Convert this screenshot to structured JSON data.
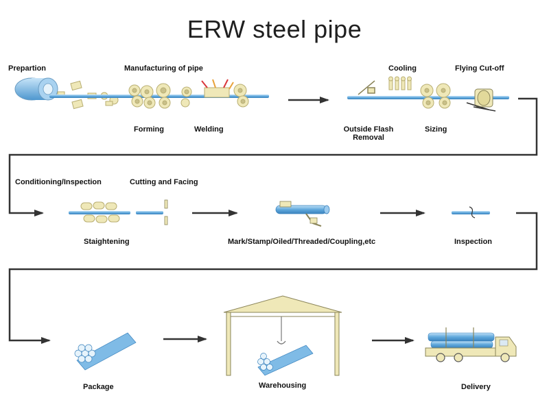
{
  "title": "ERW steel pipe",
  "labels": {
    "preparation": "Prepartion",
    "manufacturing": "Manufacturing of pipe",
    "forming": "Forming",
    "welding": "Welding",
    "cooling": "Cooling",
    "flying_cutoff": "Flying  Cut-off",
    "outside_flash_1": "Outside Flash",
    "outside_flash_2": "Removal",
    "sizing": "Sizing",
    "conditioning": "Conditioning/Inspection",
    "cutting_facing": "Cutting and Facing",
    "straightening": "Staightening",
    "mark": "Mark/Stamp/Oiled/Threaded/Coupling,etc",
    "inspection": "Inspection",
    "package": "Package",
    "warehousing": "Warehousing",
    "delivery": "Delivery"
  },
  "colors": {
    "pipe_blue": "#5fa8dc",
    "pipe_light": "#9ccbee",
    "roller_cream": "#efe8b8",
    "roller_shadow": "#c9c08a",
    "arrow": "#333333",
    "red_accent": "#d9363a",
    "orange_accent": "#e8a23a"
  }
}
